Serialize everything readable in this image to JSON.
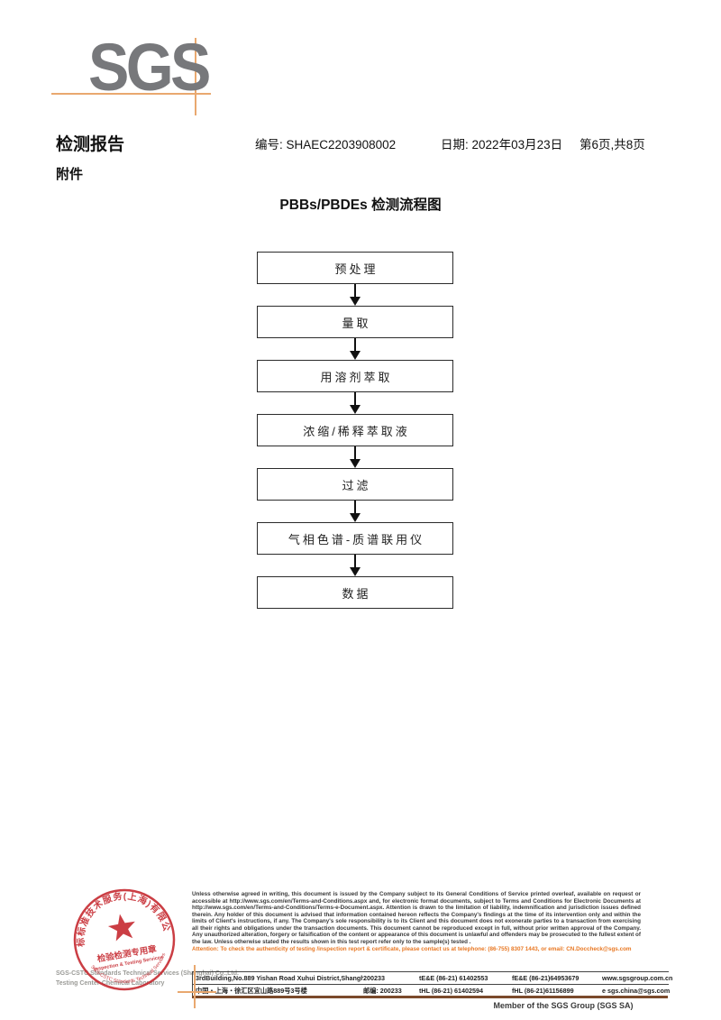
{
  "logo": {
    "text": "SGS"
  },
  "header": {
    "title": "检测报告",
    "report_no_label": "编号:",
    "report_no": "SHAEC2203908002",
    "date_label": "日期:",
    "date": "2022年03月23日",
    "page_info": "第6页,共8页",
    "attachment": "附件"
  },
  "flowchart": {
    "title": "PBBs/PBDEs 检测流程图",
    "steps": [
      "预处理",
      "量取",
      "用溶剂萃取",
      "浓缩/稀释萃取液",
      "过滤",
      "气相色谱-质谱联用仪",
      "数据"
    ]
  },
  "stamp": {
    "company_arc_cn": "通标标准技术服务(上海)有限公司",
    "company_arc_en": "SGS-CSTC Standards Technical Services",
    "center_line1": "检验检测专用章",
    "center_line2": "Inspection & Testing Services",
    "color": "#C4242B"
  },
  "footer": {
    "company_gray_line1": "SGS-CSTC Standards Technical Services (Shanghai) Co.,Ltd.",
    "company_gray_line2": "Testing Center-Chemical Laboratory",
    "disclaimer": "Unless otherwise agreed in writing, this document is issued by the Company subject to its General Conditions of Service printed overleaf, available on request or accessible at http://www.sgs.com/en/Terms-and-Conditions.aspx and, for electronic format documents, subject to Terms and Conditions for Electronic Documents at http://www.sgs.com/en/Terms-and-Conditions/Terms-e-Document.aspx. Attention is drawn to the limitation of liability, indemnification and jurisdiction issues defined therein. Any holder of this document is advised that information contained hereon reflects the Company's findings at the time of its intervention only and within the limits of Client's instructions, if any. The Company's sole responsibility is to its Client and this document does not exonerate parties to a transaction from exercising all their rights and obligations under the transaction documents. This document cannot be reproduced except in full, without prior written approval of the Company. Any unauthorized alteration, forgery or falsification of the content or appearance of this document is unlawful and offenders may be prosecuted to the fullest extent of the law. Unless otherwise stated the results shown in this test report refer only to the sample(s) tested .",
    "attention": "Attention: To check the authenticity of testing /inspection report & certificate, please contact us at telephone: (86-755) 8307 1443, or email: CN.Doccheck@sgs.com",
    "address": {
      "en_address": "3rdBuilding,No.889 Yishan Road Xuhui District,Shanghai China",
      "en_postcode": "200233",
      "en_tel": "tE&E (86-21) 61402553",
      "en_fax": "fE&E (86-21)64953679",
      "website": "www.sgsgroup.com.cn",
      "cn_address": "中国・上海・徐汇区宜山路889号3号楼",
      "cn_postcode": "邮编: 200233",
      "cn_tel": "tHL (86-21) 61402594",
      "cn_fax": "fHL (86-21)61156899",
      "email": "e  sgs.china@sgs.com"
    },
    "member_line": "Member of the SGS Group (SGS SA)"
  },
  "colors": {
    "sgs_gray": "#77787B",
    "accent_orange": "#E9A86F",
    "stamp_red": "#C4242B",
    "attention_orange": "#E87722",
    "brown_line": "#7B4A2B"
  }
}
